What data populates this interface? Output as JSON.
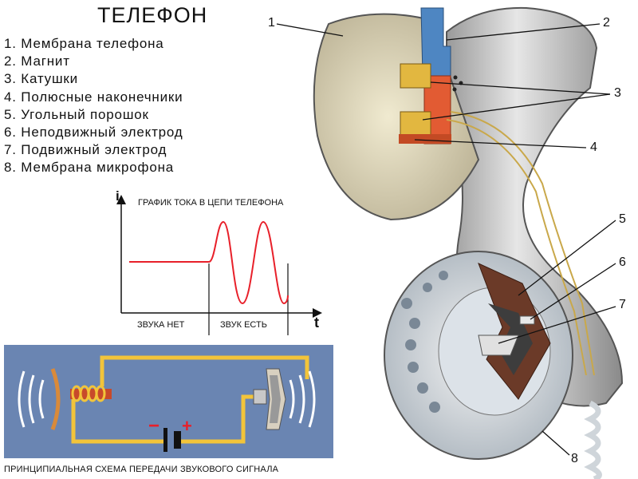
{
  "title": "ТЕЛЕФОН",
  "legend": [
    "1. Мембрана телефона",
    "2. Магнит",
    "3. Катушки",
    "4. Полюсные наконечники",
    "5. Угольный порошок",
    "6. Неподвижный электрод",
    "7. Подвижный электрод",
    "8. Мембрана микрофона"
  ],
  "graph": {
    "title": "ГРАФИК ТОКА В ЦЕПИ ТЕЛЕФОНА",
    "y_axis": "i",
    "x_axis": "t",
    "segment_no_sound": "ЗВУКА НЕТ",
    "segment_sound": "ЗВУК ЕСТЬ",
    "curve_color": "#e8202a"
  },
  "scheme": {
    "caption": "ПРИНЦИПИАЛЬНАЯ СХЕМА ПЕРЕДАЧИ ЗВУКОВОГО СИГНАЛА",
    "minus": "−",
    "plus": "+",
    "background": "#6a85b2",
    "wire_color": "#f2c43a"
  },
  "callouts": [
    "1",
    "2",
    "3",
    "4",
    "5",
    "6",
    "7",
    "8"
  ]
}
